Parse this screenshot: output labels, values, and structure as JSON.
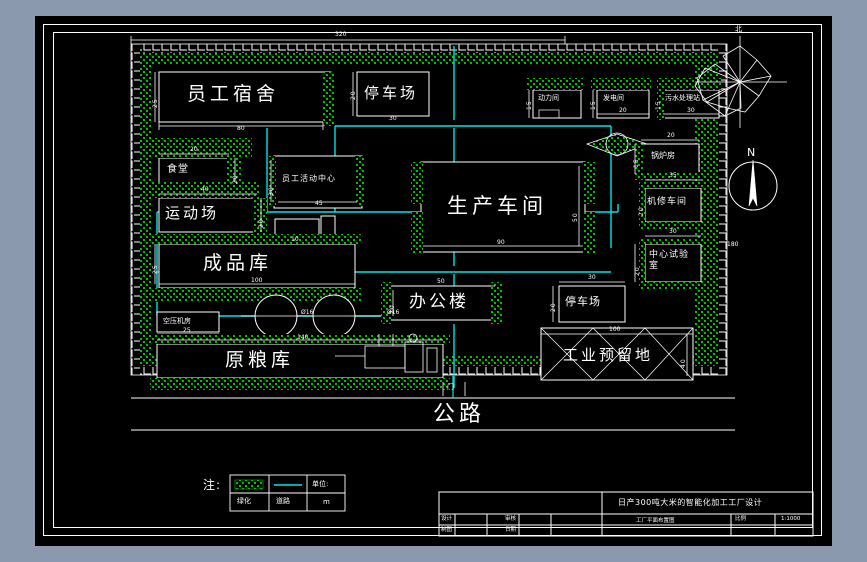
{
  "meta": {
    "domain": "cad-site-plan",
    "background_color": "#8b99ae",
    "paper_color": "#000000",
    "line_color": "#ffffff",
    "road_color": "#00e5e5",
    "green_color": "#00c000"
  },
  "title_block": {
    "project_title": "日产300吨大米的智能化加工工厂设计",
    "drawing_name": "工厂平面布置图",
    "scale_label": "比例",
    "scale_value": "1:1000",
    "cells": [
      {
        "label": "设计",
        "value": ""
      },
      {
        "label": "审核",
        "value": ""
      },
      {
        "label": "制图",
        "value": ""
      },
      {
        "label": "日期",
        "value": ""
      }
    ]
  },
  "legend": {
    "note_label": "注:",
    "rows": [
      {
        "swatch": "green-hatch",
        "name": "绿化"
      },
      {
        "swatch": "cyan-line",
        "name": "道路"
      },
      {
        "swatch": "",
        "name": "单位:"
      }
    ],
    "unit_header": "单位:",
    "unit_value": "m"
  },
  "compass": {
    "wind_rose_label": "北",
    "north_label": "N"
  },
  "site": {
    "overall_width_dim": "320",
    "road_label": "公路",
    "gate_label": "门"
  },
  "buildings": [
    {
      "id": "dormitory",
      "name": "员工宿舍",
      "dim_w": "80",
      "dim_h": "25"
    },
    {
      "id": "parking-north",
      "name": "停车场",
      "dim_w": "30",
      "dim_h": "20"
    },
    {
      "id": "canteen",
      "name": "食堂",
      "dim_w": "20",
      "dim_h": "20"
    },
    {
      "id": "activity-center",
      "name": "员工活动中心",
      "dim_w": "45",
      "dim_h": "30"
    },
    {
      "id": "sports-field",
      "name": "运动场",
      "dim_w": "40",
      "dim_h": "20"
    },
    {
      "id": "finished-goods",
      "name": "成品库",
      "dim_w": "100",
      "dim_h": "25"
    },
    {
      "id": "boiler-aux",
      "name": "空压机房",
      "dim_w": "25",
      "dim_h": ""
    },
    {
      "id": "raw-grain",
      "name": "原粮库",
      "dim_w": "140",
      "dim_h": ""
    },
    {
      "id": "production-hall",
      "name": "生产车间",
      "dim_w": "90",
      "dim_h": "50"
    },
    {
      "id": "office",
      "name": "办公楼",
      "dim_w": "50",
      "dim_h": "20"
    },
    {
      "id": "power-room",
      "name": "动力间",
      "dim_w": "",
      "dim_h": "15"
    },
    {
      "id": "generator-room",
      "name": "发电间",
      "dim_w": "20",
      "dim_h": "15"
    },
    {
      "id": "sewage-station",
      "name": "污水处理站",
      "dim_w": "30",
      "dim_h": "15"
    },
    {
      "id": "boiler-house",
      "name": "锅炉房",
      "dim_w": "20",
      "dim_h": "15"
    },
    {
      "id": "repair-shop",
      "name": "机修车间",
      "dim_w": "35",
      "dim_h": "20"
    },
    {
      "id": "central-lab",
      "name": "中心试验室",
      "dim_w": "30",
      "dim_h": "20"
    },
    {
      "id": "parking-south",
      "name": "停车场",
      "dim_w": "30",
      "dim_h": "20"
    },
    {
      "id": "reserve-land",
      "name": "工业预留地",
      "dim_w": "100",
      "dim_h": "40"
    }
  ],
  "tanks": [
    {
      "id": "silo-1",
      "dim": "Ø16"
    },
    {
      "id": "silo-2",
      "dim": "Ø16"
    }
  ],
  "dimensions": {
    "top_total": "320",
    "dorm_w": "80",
    "dorm_h": "25",
    "park_n_w": "30",
    "park_n_h": "20",
    "canteen_w": "20",
    "canteen_h": "20",
    "activity_w": "45",
    "activity_h": "30",
    "sports_w": "40",
    "sports_h": "20",
    "finished_w": "100",
    "finished_h": "25",
    "comp_w": "25",
    "raw_w": "140",
    "prod_w": "90",
    "prod_h": "50",
    "office_w": "50",
    "office_h": "20",
    "power_h": "15",
    "gen_w": "20",
    "gen_h": "15",
    "sew_w": "30",
    "sew_h": "15",
    "boiler_w": "20",
    "boiler_h": "15",
    "repair_w": "35",
    "repair_h": "20",
    "lab_w": "30",
    "lab_h": "20",
    "park_s_w": "30",
    "park_s_h": "20",
    "reserve_w": "100",
    "reserve_h": "40",
    "tank_d": "Ø16",
    "small10": "10",
    "right_edge": "180"
  }
}
